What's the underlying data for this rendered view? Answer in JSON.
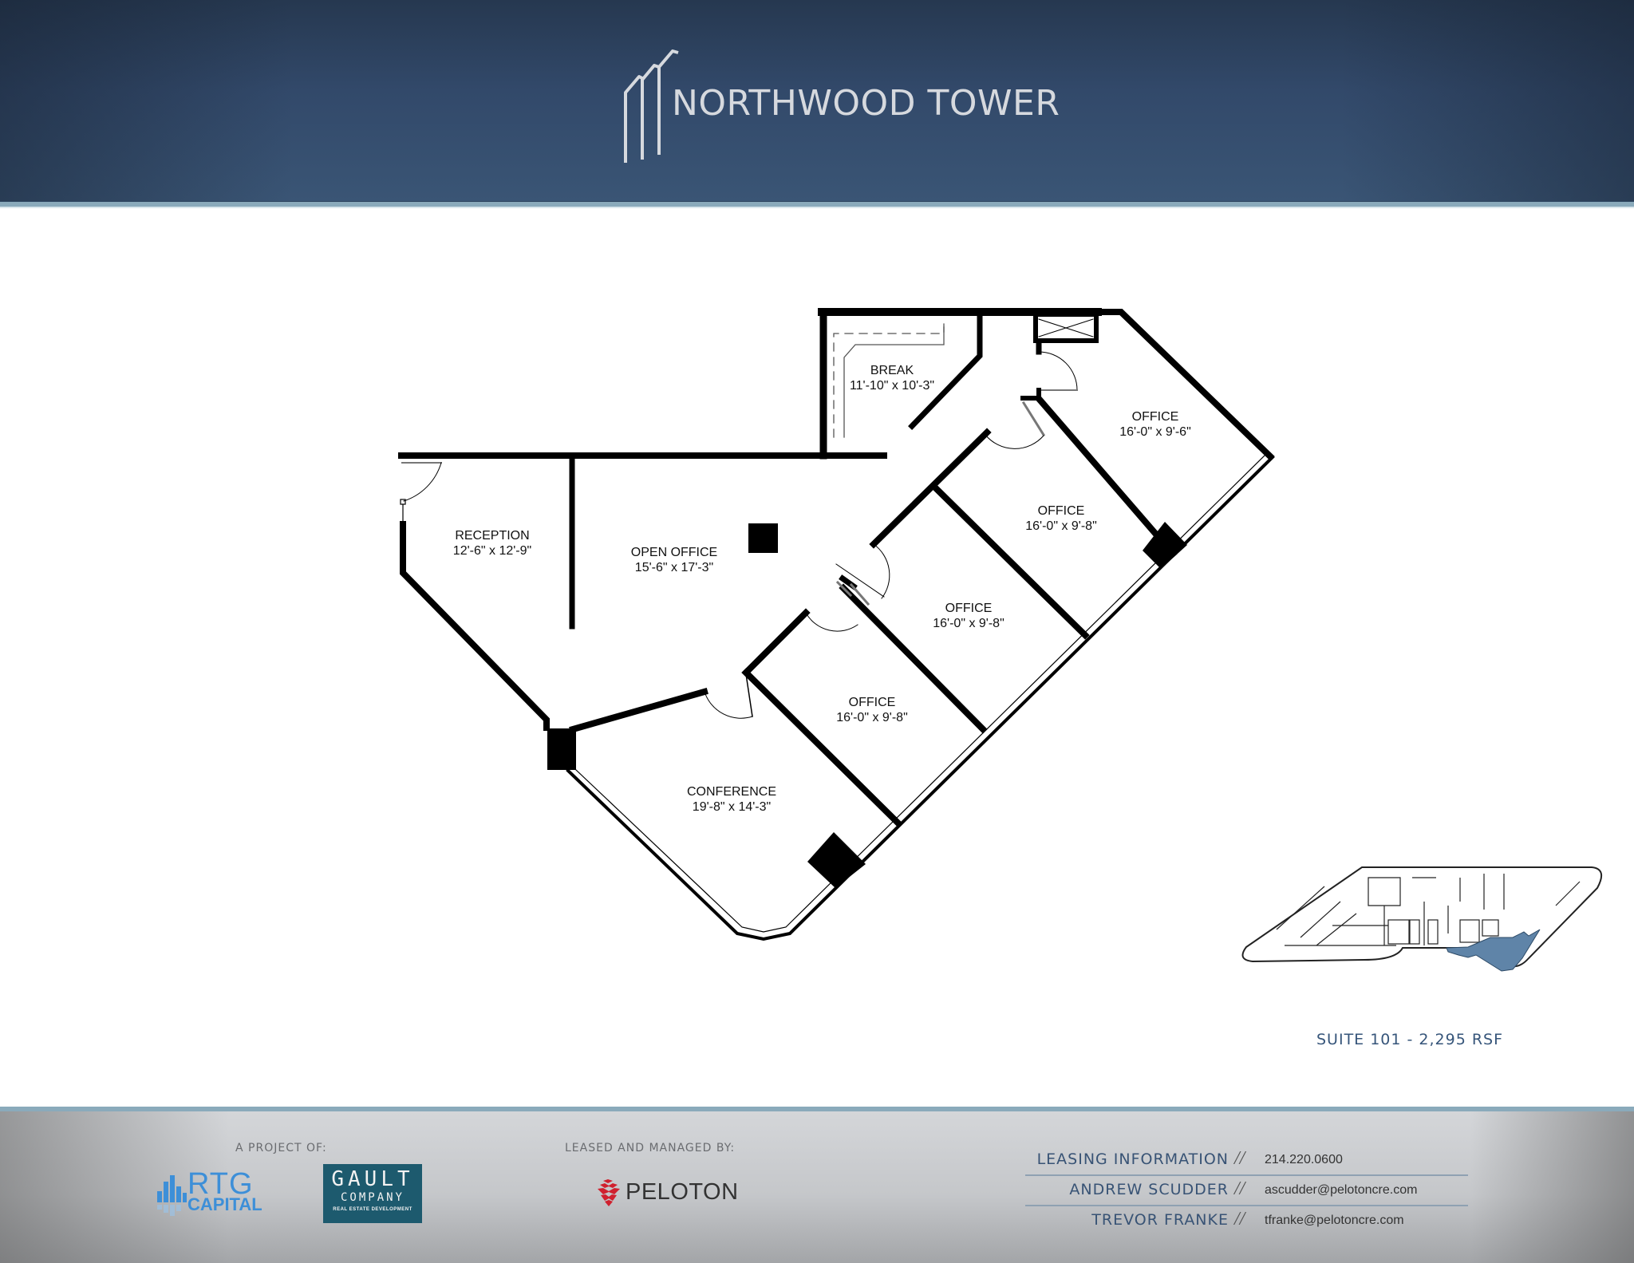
{
  "header": {
    "brand": "NORTHWOOD TOWER",
    "brand_icon": "tower-logo-icon",
    "colors": {
      "bg_top": "#263850",
      "bg_bottom": "#3a5575",
      "rule": "#8aaabb",
      "text": "#d6d9de"
    }
  },
  "floorplan": {
    "rooms": [
      {
        "name": "BREAK",
        "size": "11'-10\" x 10'-3\""
      },
      {
        "name": "OFFICE",
        "size": "16'-0\" x 9'-6\""
      },
      {
        "name": "RECEPTION",
        "size": "12'-6\" x 12'-9\""
      },
      {
        "name": "OPEN OFFICE",
        "size": "15'-6\" x 17'-3\""
      },
      {
        "name": "OFFICE",
        "size": "16'-0\" x 9'-8\""
      },
      {
        "name": "OFFICE",
        "size": "16'-0\" x 9'-8\""
      },
      {
        "name": "OFFICE",
        "size": "16'-0\" x 9'-8\""
      },
      {
        "name": "CONFERENCE",
        "size": "19'-8\" x 14'-3\""
      }
    ]
  },
  "keyplan": {
    "caption": "SUITE 101 - 2,295 RSF",
    "highlight_color": "#5f84a8"
  },
  "footer": {
    "project_label": "A PROJECT OF:",
    "leased_label": "LEASED AND MANAGED BY:",
    "logos": {
      "rtg_line1": "RTG",
      "rtg_line2": "CAPITAL",
      "gault_line1": "GAULT",
      "gault_line2": "COMPANY",
      "gault_line3": "REAL ESTATE DEVELOPMENT",
      "peloton": "PELOTON"
    },
    "contacts": [
      {
        "name": "LEASING INFORMATION",
        "sep": "//",
        "value": "214.220.0600"
      },
      {
        "name": "ANDREW SCUDDER",
        "sep": "//",
        "value": "ascudder@pelotoncre.com"
      },
      {
        "name": "TREVOR FRANKE",
        "sep": "//",
        "value": "tfranke@pelotoncre.com"
      }
    ],
    "colors": {
      "contact_name": "#385375",
      "rtg_blue": "#3d8fd8",
      "gault_teal": "#1d5a6e",
      "peloton_red": "#d0202e"
    }
  }
}
